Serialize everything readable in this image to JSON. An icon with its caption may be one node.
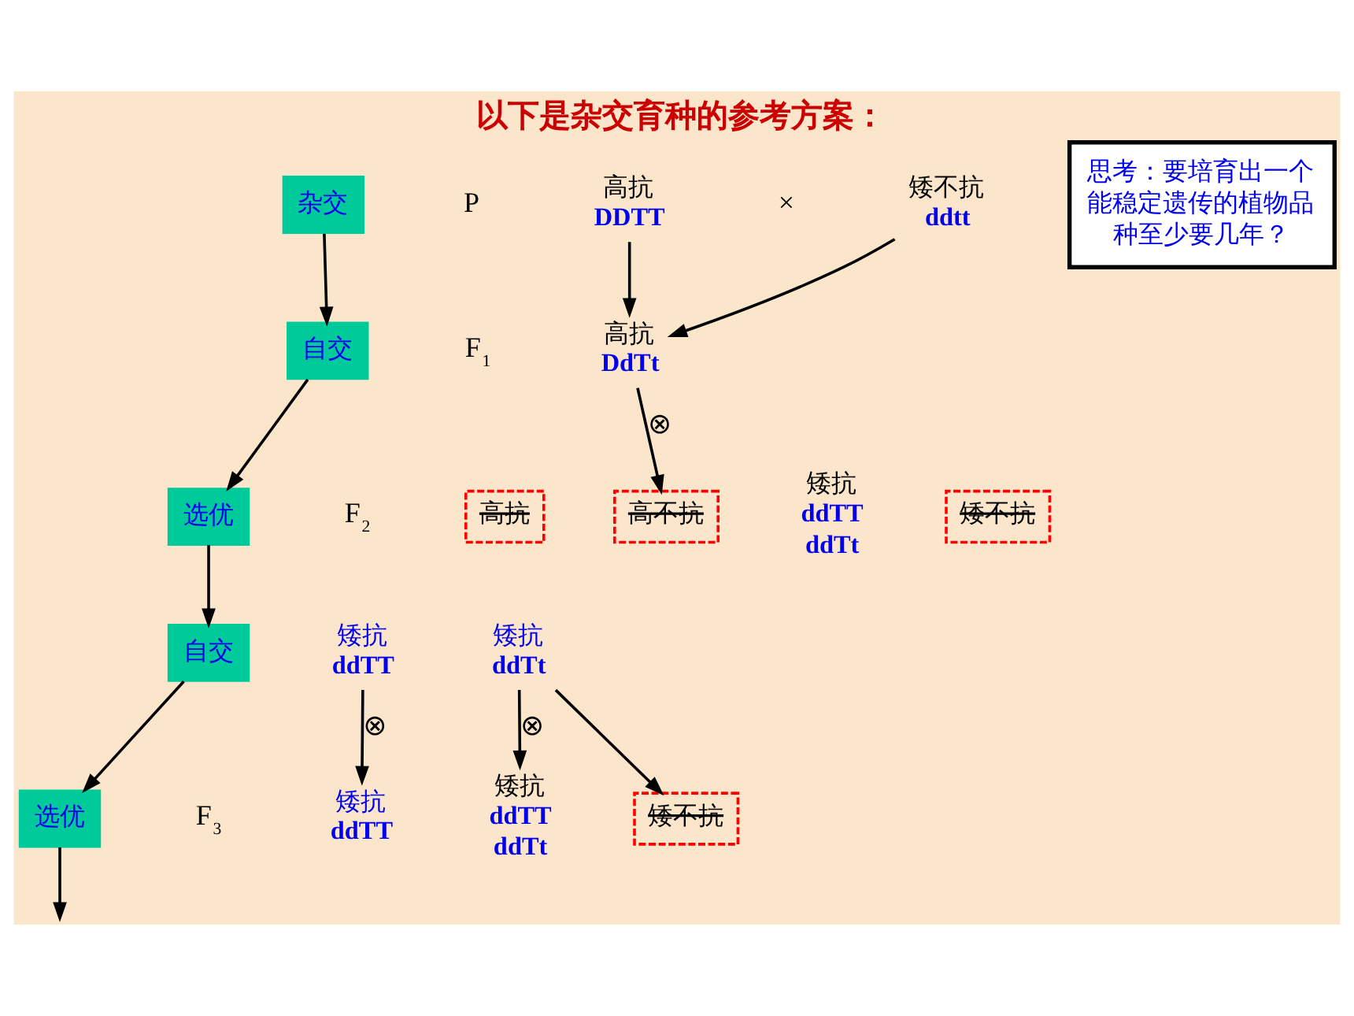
{
  "diagram": {
    "title": "以下是杂交育种的参考方案：",
    "nodes": [
      {
        "text": [
          "杂交"
        ]
      },
      {
        "text": [
          "自交"
        ]
      },
      {
        "text": [
          "选优"
        ]
      },
      {
        "text": [
          "自交"
        ]
      },
      {
        "text": [
          "选优"
        ]
      },
      {
        "text": [
          "高抗",
          "DDTT"
        ]
      },
      {
        "text": [
          "矮不抗",
          "ddtt"
        ]
      },
      {
        "text": [
          "高抗",
          "DdTt"
        ]
      },
      {
        "text": [
          "高抗"
        ]
      },
      {
        "text": [
          "高不抗"
        ]
      },
      {
        "text": [
          "矮抗",
          "ddTT",
          "ddTt"
        ]
      },
      {
        "text": [
          "矮不抗"
        ]
      },
      {
        "text": [
          "矮抗",
          "ddTT"
        ]
      },
      {
        "text": [
          "矮抗",
          "ddTt"
        ]
      },
      {
        "text": [
          "矮抗",
          "ddTT"
        ]
      },
      {
        "text": [
          "矮抗",
          "ddTT",
          "ddTt"
        ]
      },
      {
        "text": [
          "矮不抗"
        ]
      },
      {
        "text": [
          "思考：要培育出一个能稳定遗传的植物品种至少要几年？"
        ]
      }
    ],
    "edges": [
      {
        "from": 0,
        "to": 1,
        "arrow": "to"
      },
      {
        "from": 1,
        "to": 2,
        "arrow": "to"
      },
      {
        "from": 2,
        "to": 3,
        "arrow": "to"
      },
      {
        "from": 3,
        "to": 4,
        "arrow": "to"
      },
      {
        "from": 4,
        "to": null,
        "arrow": "to"
      },
      {
        "from": 5,
        "to": 7,
        "arrow": "to"
      },
      {
        "from": 6,
        "to": 7,
        "arrow": "to"
      },
      {
        "from": 7,
        "to": 9,
        "arrow": "to",
        "label": "⊗"
      },
      {
        "from": 12,
        "to": 14,
        "arrow": "to",
        "label": "⊗"
      },
      {
        "from": 13,
        "to": 15,
        "arrow": "to",
        "label": "⊗"
      },
      {
        "from": 13,
        "to": 16,
        "arrow": "to"
      }
    ],
    "labels": [
      "P",
      "×",
      "F$_{1}$",
      "F$_{2}$",
      "F$_{3}$"
    ]
  }
}
